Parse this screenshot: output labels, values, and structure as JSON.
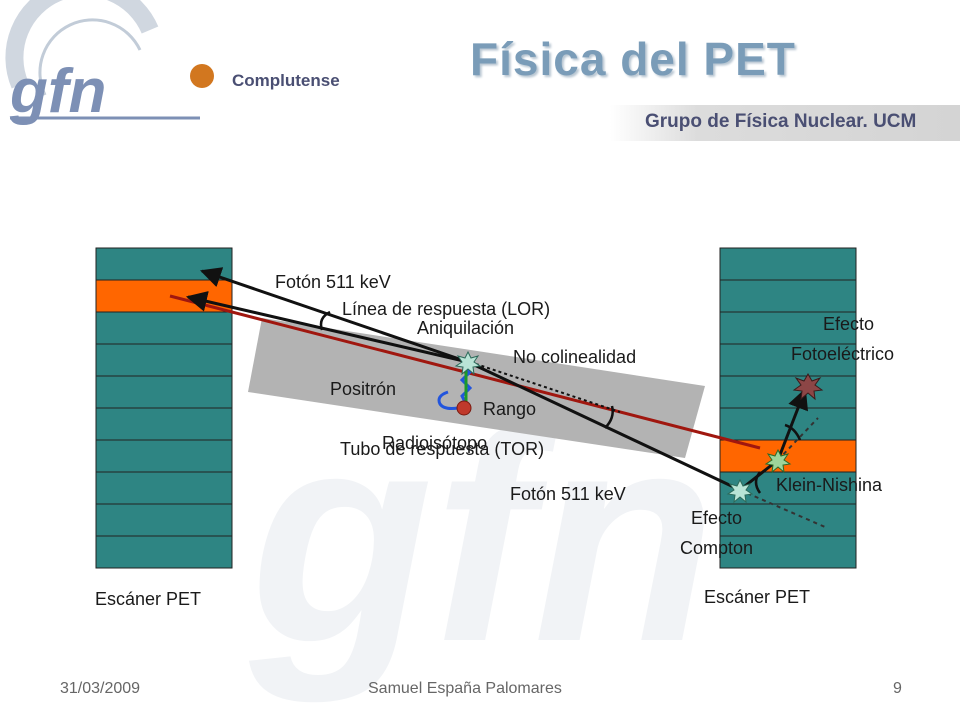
{
  "slide": {
    "title": "Física del PET",
    "group": "Grupo de Física Nuclear. UCM",
    "logo_text": "gfn",
    "logo_sub": "Complutense"
  },
  "labels": {
    "photon_top": "Fotón 511 keV",
    "lor": "Línea de respuesta (LOR)",
    "annihilation": "Aniquilación",
    "non_collinearity": "No colinealidad",
    "positron": "Positrón",
    "range": "Rango",
    "radioisotope": "Radioisótopo",
    "tor": "Tubo de respuesta (TOR)",
    "photon_bottom": "Fotón 511 keV",
    "photoelectric_1": "Efecto",
    "photoelectric_2": "Fotoeléctrico",
    "klein_nishina": "Klein-Nishina",
    "compton_1": "Efecto",
    "compton_2": "Compton",
    "scanner_left": "Escáner PET",
    "scanner_right": "Escáner PET"
  },
  "footer": {
    "date": "31/03/2009",
    "author": "Samuel España Palomares",
    "page": "9"
  },
  "colors": {
    "detector": "#2e8583",
    "detector_hit": "#ff6600",
    "lor_line": "#a0170f",
    "title": "#7a9cb8"
  }
}
